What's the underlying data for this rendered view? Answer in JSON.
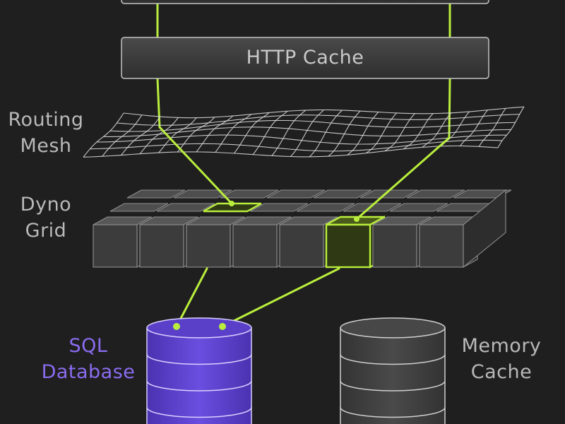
{
  "diagram": {
    "top_box_label": "",
    "http_cache_label": "HTTP Cache",
    "routing_mesh_label": "Routing\nMesh",
    "dyno_grid_label": "Dyno\nGrid",
    "sql_database_label": "SQL\nDatabase",
    "memory_cache_label": "Memory\nCache"
  },
  "colors": {
    "background": "#1f1f1f",
    "connector": "#b9ee3c",
    "box_fill": "#3a3a3a",
    "box_border": "#c4c4c4",
    "label_text": "#b9b9b9",
    "sql_accent": "#8a6cf0",
    "sql_fill": "#5a3fc8",
    "memory_fill": "#3d3d3d"
  },
  "icons": {
    "routing_mesh": "wavy-grid-mesh",
    "dyno_grid": "cube-grid",
    "sql_database": "database-cylinder",
    "memory_cache": "database-cylinder"
  }
}
